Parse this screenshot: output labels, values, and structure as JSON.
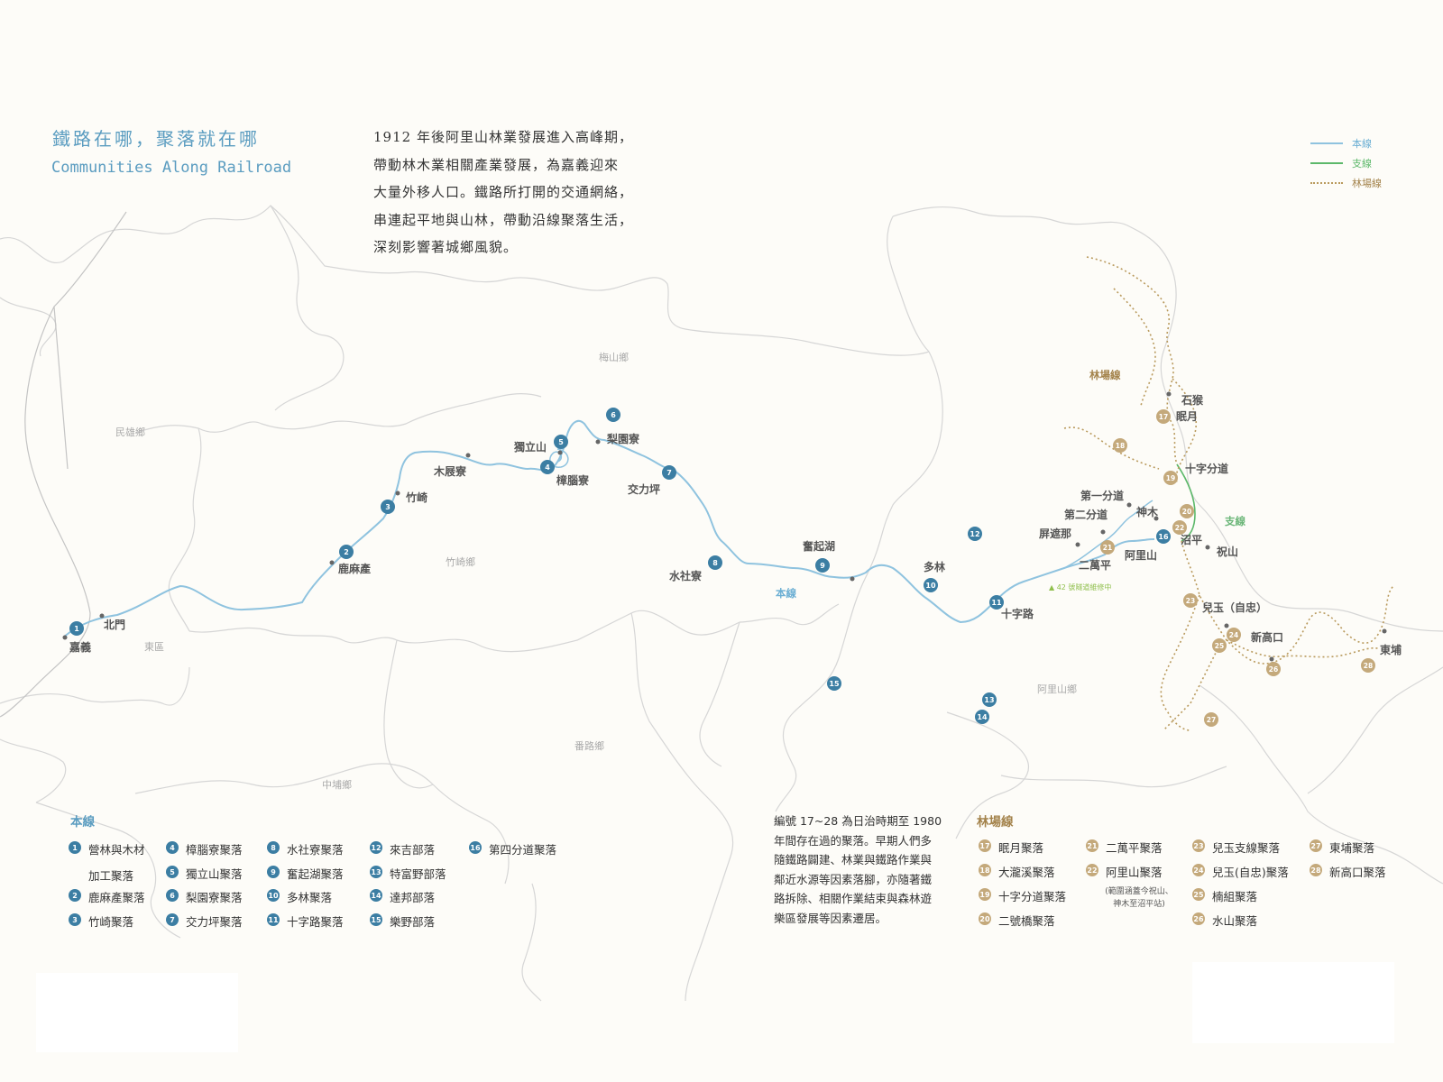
{
  "title": {
    "zh": "鐵路在哪，聚落就在哪",
    "en": "Communities Along Railroad"
  },
  "intro": {
    "lines": [
      "1912 年後阿里山林業發展進入高峰期，",
      "帶動林木業相關產業發展，為嘉義迎來",
      "大量外移人口。鐵路所打開的交通網絡，",
      "串連起平地與山林，帶動沿線聚落生活，",
      "深刻影響著城鄉風貌。"
    ]
  },
  "line_legend": [
    {
      "label": "本線",
      "color": "#8fc3df",
      "style": "solid"
    },
    {
      "label": "支線",
      "color": "#5cb86a",
      "style": "solid"
    },
    {
      "label": "林場線",
      "color": "#b99a5d",
      "style": "dotted"
    }
  ],
  "colors": {
    "main_line": "#8fc3df",
    "branch_line": "#5cb86a",
    "forest_line": "#b99a5d",
    "blue_badge": "#3c7ea3",
    "gold_badge": "#c4a97b",
    "boundary": "#d4d4d4",
    "region_label": "#aaaaaa",
    "west_rail": "#c8c8c8"
  },
  "regions": [
    "梅山鄉",
    "民雄鄉",
    "竹崎鄉",
    "東區",
    "番路鄉",
    "中埔鄉",
    "阿里山鄉"
  ],
  "stations": [
    "嘉義",
    "北門",
    "鹿麻產",
    "竹崎",
    "木屐寮",
    "獨立山",
    "樟腦寮",
    "梨園寮",
    "交力坪",
    "水社寮",
    "奮起湖",
    "多林",
    "十字路",
    "屏遮那",
    "二萬平",
    "第二分道",
    "第一分道",
    "神木",
    "阿里山",
    "沼平",
    "祝山",
    "十字分道",
    "眠月",
    "石猴",
    "兒玉（自忠）",
    "新高口",
    "東埔"
  ],
  "map_line_labels": {
    "main": "本線",
    "branch": "支線",
    "forest": "林場線",
    "tunnel_note": "▲ 42 號隧道維修中"
  },
  "mid_note": {
    "lines": [
      "編號 17~28 為日治時期至 1980",
      "年間存在過的聚落。早期人們多",
      "隨鐵路闢建、林業與鐵路作業與",
      "鄰近水源等因素落腳，亦隨著鐵",
      "路拆除、相關作業結束與森林遊",
      "樂區發展等因素遷居。"
    ]
  },
  "legend_main": {
    "title": "本線",
    "items": [
      {
        "num": "1",
        "name": "營林與木材",
        "name2": "加工聚落"
      },
      {
        "num": "2",
        "name": "鹿麻產聚落"
      },
      {
        "num": "3",
        "name": "竹崎聚落"
      },
      {
        "num": "4",
        "name": "樟腦寮聚落"
      },
      {
        "num": "5",
        "name": "獨立山聚落"
      },
      {
        "num": "6",
        "name": "梨園寮聚落"
      },
      {
        "num": "7",
        "name": "交力坪聚落"
      },
      {
        "num": "8",
        "name": "水社寮聚落"
      },
      {
        "num": "9",
        "name": "奮起湖聚落"
      },
      {
        "num": "10",
        "name": "多林聚落"
      },
      {
        "num": "11",
        "name": "十字路聚落"
      },
      {
        "num": "12",
        "name": "來吉部落"
      },
      {
        "num": "13",
        "name": "特富野部落"
      },
      {
        "num": "14",
        "name": "達邦部落"
      },
      {
        "num": "15",
        "name": "樂野部落"
      },
      {
        "num": "16",
        "name": "第四分道聚落"
      }
    ]
  },
  "legend_forest": {
    "title": "林場線",
    "items": [
      {
        "num": "17",
        "name": "眠月聚落"
      },
      {
        "num": "18",
        "name": "大瀧溪聚落"
      },
      {
        "num": "19",
        "name": "十字分道聚落"
      },
      {
        "num": "20",
        "name": "二號橋聚落"
      },
      {
        "num": "21",
        "name": "二萬平聚落"
      },
      {
        "num": "22",
        "name": "阿里山聚落"
      },
      {
        "num": "23",
        "name": "兒玉支線聚落"
      },
      {
        "num": "24",
        "name": "兒玉(自忠)聚落"
      },
      {
        "num": "25",
        "name": "楠組聚落"
      },
      {
        "num": "26",
        "name": "水山聚落"
      },
      {
        "num": "27",
        "name": "東埔聚落"
      },
      {
        "num": "28",
        "name": "新高口聚落"
      }
    ],
    "sub_note": [
      "(範圍涵蓋今祝山、",
      "神木至沼平站)"
    ]
  }
}
